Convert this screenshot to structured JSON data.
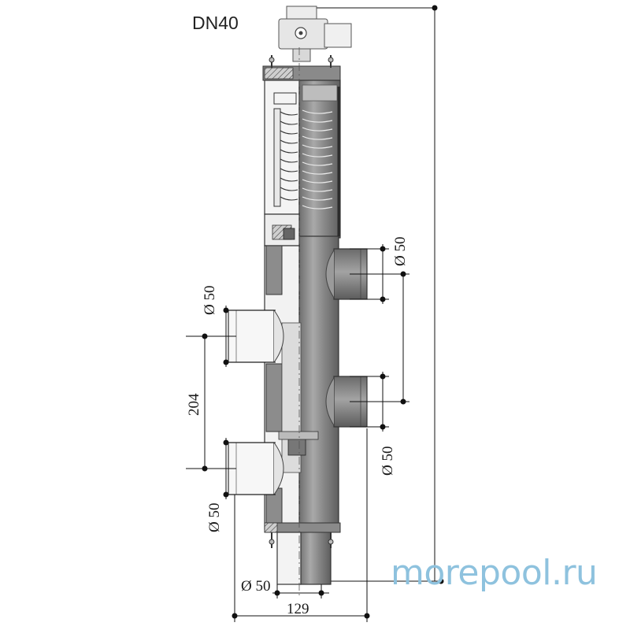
{
  "title": "DN40",
  "brand": "morepool.ru",
  "dimensions": {
    "right_upper_port": "Ø 50",
    "right_lower_port": "Ø 50",
    "left_upper_port": "Ø 50",
    "left_lower_port": "Ø 50",
    "port_spacing": "204",
    "bottom_port": "Ø 50",
    "overall_width": "129"
  }
}
